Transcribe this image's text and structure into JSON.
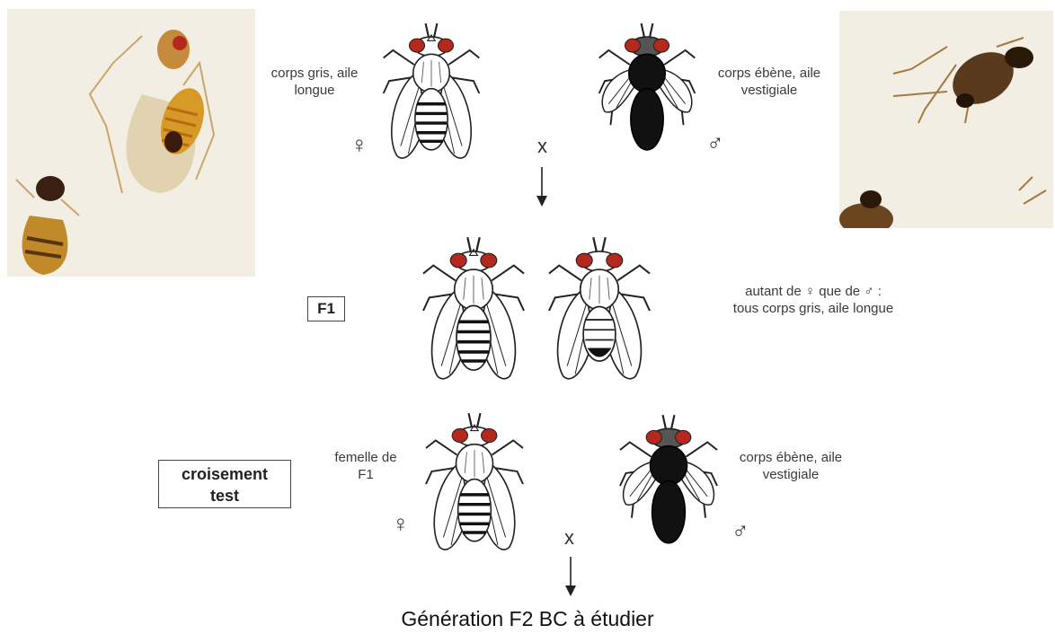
{
  "parents": {
    "female_label": "corps gris, aile longue",
    "male_label": "corps ébène, aile vestigiale",
    "female_symbol": "♀",
    "male_symbol": "♂",
    "cross_symbol": "x"
  },
  "f1": {
    "box_label": "F1",
    "description_line1": "autant de ♀ que de ♂ :",
    "description_line2": "tous corps gris, aile longue"
  },
  "test_cross": {
    "box_label_line1": "croisement",
    "box_label_line2": "test",
    "female_label_line1": "femelle de",
    "female_label_line2": "F1",
    "male_label": "corps ébène, aile vestigiale",
    "female_symbol": "♀",
    "male_symbol": "♂",
    "cross_symbol": "x"
  },
  "result_title": "Génération F2 BC à étudier",
  "colors": {
    "eye_red": "#b5281e",
    "body_black": "#111111",
    "body_grey": "#ffffff",
    "photo_bg": "#f3eee3"
  }
}
